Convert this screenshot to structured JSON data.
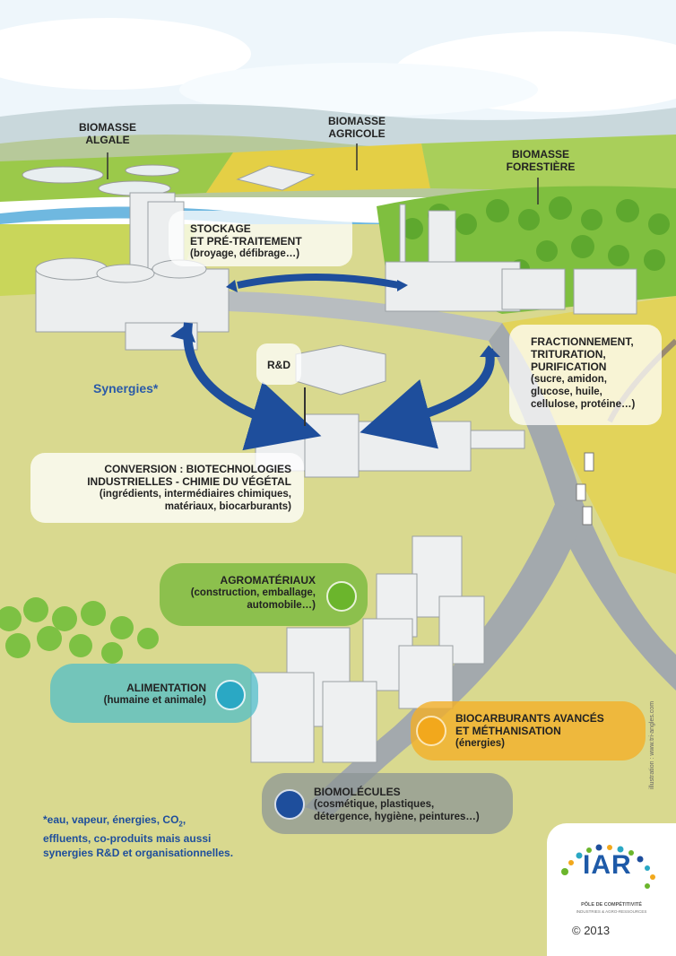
{
  "colors": {
    "sky": "#e8f2f8",
    "field_yellow": "#e6d34a",
    "grass_green": "#8cc63f",
    "arrow_blue": "#1e4e9c",
    "synergies_blue": "#2a5aa8",
    "agromateriaux_dot": "#6bb52c",
    "alimentation_dot": "#2aa8c4",
    "biocarburants_dot": "#f2a81c",
    "biomolecules_dot": "#1e4e9c"
  },
  "labels": {
    "biomasse_algale": [
      "BIOMASSE",
      "ALGALE"
    ],
    "biomasse_agricole": [
      "BIOMASSE",
      "AGRICOLE"
    ],
    "biomasse_forestiere": [
      "BIOMASSE",
      "FORESTIÈRE"
    ],
    "stockage": [
      "STOCKAGE",
      "ET PRÉ-TRAITEMENT",
      "(broyage, défibrage…)"
    ],
    "rd": "R&D",
    "synergies": "Synergies*",
    "fractionnement": [
      "FRACTIONNEMENT,",
      "TRITURATION,",
      "PURIFICATION",
      "(sucre, amidon,",
      "glucose, huile,",
      "cellulose, protéine…)"
    ],
    "conversion": [
      "CONVERSION : BIOTECHNOLOGIES",
      "INDUSTRIELLES - CHIMIE DU VÉGÉTAL",
      "(ingrédients, intermédiaires chimiques,",
      "matériaux, biocarburants)"
    ],
    "agromateriaux": [
      "AGROMATÉRIAUX",
      "(construction, emballage,",
      "automobile…)"
    ],
    "alimentation": [
      "ALIMENTATION",
      "(humaine et animale)"
    ],
    "biocarburants": [
      "BIOCARBURANTS AVANCÉS",
      "ET MÉTHANISATION",
      "(énergies)"
    ],
    "biomolecules": [
      "BIOMOLÉCULES",
      "(cosmétique, plastiques,",
      "détergence, hygiène, peintures…)"
    ]
  },
  "footnote": {
    "star": "*",
    "line1_pre": "eau, vapeur, énergies, CO",
    "line1_sub": "2",
    "line1_post": ",",
    "line2": "effluents, co-produits mais aussi",
    "line3": "synergies R&D et organisationnelles."
  },
  "logo": {
    "name": "IAR",
    "subtitle1": "PÔLE DE COMPÉTITIVITÉ",
    "subtitle2": "INDUSTRIES & AGRO-RESSOURCES",
    "copyright": "© 2013"
  },
  "credit": "illustration : www.tri-angles.com"
}
